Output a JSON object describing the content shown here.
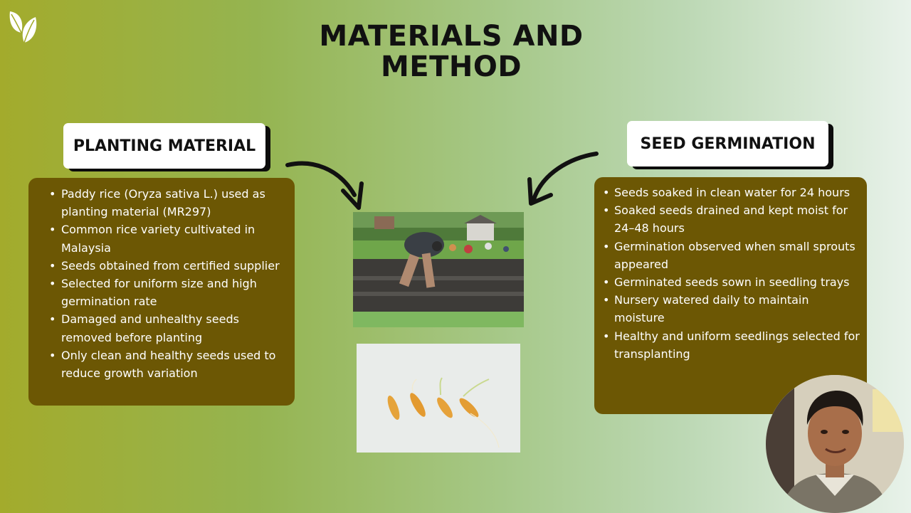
{
  "slide": {
    "title_line1": "MATERIALS AND",
    "title_line2": "METHOD"
  },
  "left_panel": {
    "heading": "PLANTING MATERIAL",
    "items": [
      "Paddy rice (Oryza sativa L.) used as planting material (MR297)",
      "Common rice variety cultivated in Malaysia",
      "Seeds obtained from certified supplier",
      "Selected for uniform size and high germination rate",
      "Damaged and unhealthy seeds removed before planting",
      "Only clean and healthy seeds used to reduce growth variation"
    ]
  },
  "right_panel": {
    "heading": "SEED GERMINATION",
    "items": [
      "Seeds soaked in clean water for 24 hours",
      "Soaked seeds drained and kept moist for 24–48 hours",
      "Germination observed when small sprouts appeared",
      "Germinated seeds sown in seedling trays",
      "Nursery watered daily to maintain moisture",
      "Healthy and uniform seedlings selected for transplanting"
    ]
  },
  "colors": {
    "panel": "#6c5704",
    "tag_bg": "#ffffff",
    "tag_shadow": "#0c0c0c",
    "title": "#111111"
  },
  "icons": {
    "logo": "leaf-icon",
    "arrow_left": "curved-arrow-icon",
    "arrow_right": "curved-arrow-icon"
  }
}
